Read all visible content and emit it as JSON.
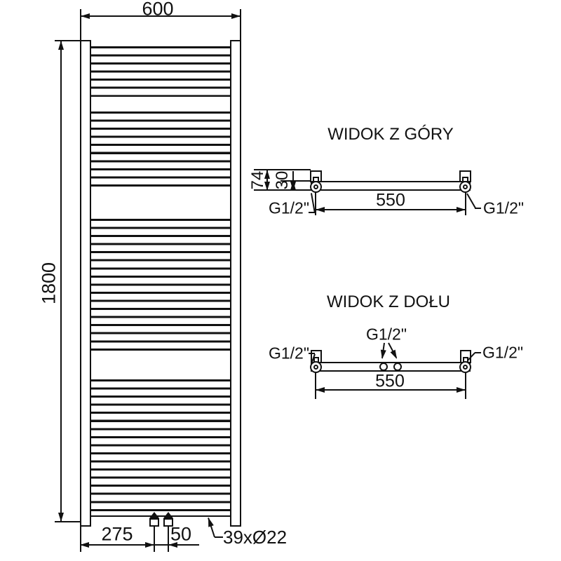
{
  "drawing": {
    "front_view": {
      "width_mm": "600",
      "height_mm": "1800",
      "offset_mm": "275",
      "valve_spacing_mm": "50",
      "tubes_label": "39xØ22"
    },
    "top_view": {
      "title": "WIDOK Z GÓRY",
      "depth_mm": "74",
      "tube_mm": "30",
      "centers_mm": "550",
      "thread_left": "G1/2\"",
      "thread_right": "G1/2\""
    },
    "bottom_view": {
      "title": "WIDOK Z DOŁU",
      "centers_mm": "550",
      "thread_left": "G1/2\"",
      "thread_center": "G1/2\"",
      "thread_right": "G1/2\""
    }
  }
}
